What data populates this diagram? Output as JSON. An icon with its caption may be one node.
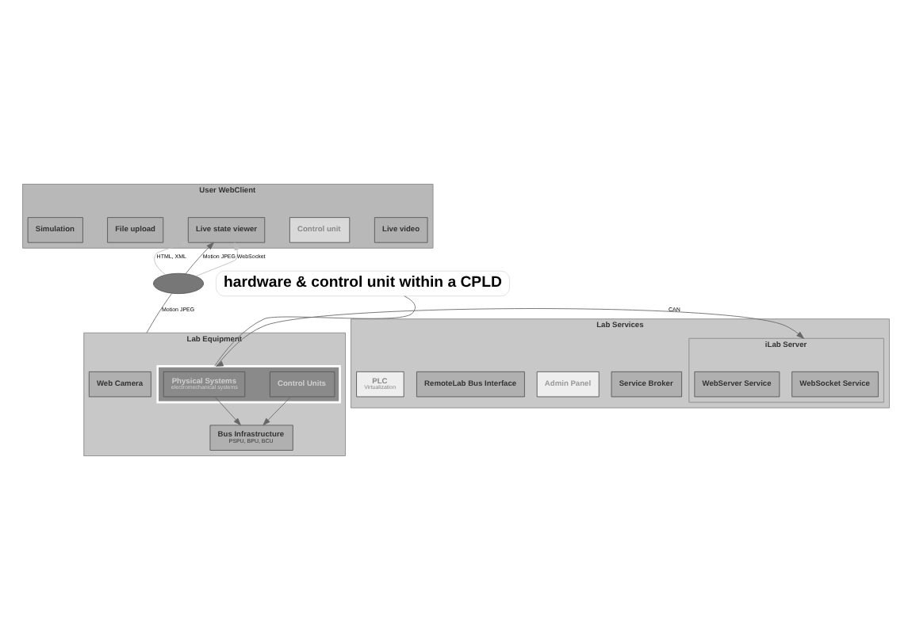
{
  "diagram": {
    "nodes": [
      {
        "text": [
          "User WebClient"
        ]
      },
      {
        "text": [
          "Simulation"
        ],
        "in": 0
      },
      {
        "text": [
          "File upload"
        ],
        "in": 0
      },
      {
        "text": [
          "Live state viewer"
        ],
        "in": 0
      },
      {
        "text": [
          "Control unit"
        ],
        "in": 0
      },
      {
        "text": [
          "Live video"
        ],
        "in": 0
      },
      {
        "text": [],
        "shape": "cloud"
      },
      {
        "text": [
          "Lab Equipment"
        ]
      },
      {
        "text": [
          "Web Camera"
        ],
        "in": 7
      },
      {
        "text": [],
        "shape": "box",
        "in": 7
      },
      {
        "text": [
          "Physical Systems",
          "electromechanical systems"
        ],
        "in": 9
      },
      {
        "text": [
          "Control Units"
        ],
        "in": 9
      },
      {
        "text": [
          "Bus Infrastructure",
          "PSPU, BPU, BCU"
        ],
        "in": 7
      },
      {
        "text": [
          "Lab Services"
        ]
      },
      {
        "text": [
          "iLab Server"
        ],
        "in": 13
      },
      {
        "text": [
          "WebSocket Service"
        ],
        "in": 14
      },
      {
        "text": [
          "WebServer Service"
        ],
        "in": 14
      },
      {
        "text": [
          "Service Broker"
        ],
        "in": 13
      },
      {
        "text": [
          "Admin Panel"
        ],
        "in": 13
      },
      {
        "text": [
          "RemoteLab Bus Interface"
        ],
        "in": 13
      },
      {
        "text": [
          "PLC",
          "Virtualization"
        ],
        "in": 13
      },
      {
        "text": [
          "hardware & control unit within a CPLD"
        ]
      }
    ],
    "edges": [
      {
        "from": 6,
        "to": 3,
        "arrow": "to",
        "label": "HTML, XML",
        "color": "#bbbbbb"
      },
      {
        "from": 6,
        "to": 3,
        "arrow": "to",
        "label": "Motion JPEG"
      },
      {
        "from": 6,
        "to": 3,
        "arrow": "to",
        "label": "WebSocket",
        "color": "#bbbbbb"
      },
      {
        "from": 7,
        "to": 6,
        "arrow": "none",
        "label": "Motion JPEG"
      },
      {
        "from": 21,
        "to": 9,
        "arrow": "none"
      },
      {
        "from": 9,
        "to": 14,
        "arrow": "both",
        "label": "CAN"
      },
      {
        "from": 10,
        "to": 12,
        "arrow": "to"
      },
      {
        "from": 11,
        "to": 12,
        "arrow": "to"
      }
    ]
  }
}
